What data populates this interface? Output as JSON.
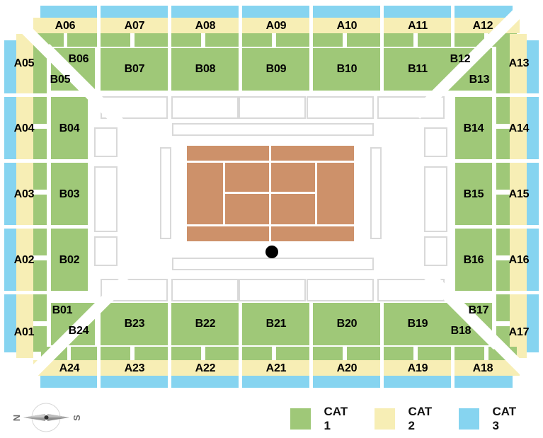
{
  "venue": {
    "type": "tennis-stadium-seating-map",
    "court_surface_color": "#cd916a",
    "center_marker": "umpire-chair-dot"
  },
  "categories": {
    "cat1": {
      "label": "CAT 1",
      "color": "#9fc878"
    },
    "cat2": {
      "label": "CAT 2",
      "color": "#f7eeb5"
    },
    "cat3": {
      "label": "CAT 3",
      "color": "#86d4f0"
    }
  },
  "legend": {
    "items": [
      {
        "label": "CAT 1",
        "color": "#9fc878"
      },
      {
        "label": "CAT 2",
        "color": "#f7eeb5"
      },
      {
        "label": "CAT 3",
        "color": "#86d4f0"
      }
    ]
  },
  "compass": {
    "left_letter": "N",
    "right_letter": "S"
  },
  "sections": {
    "top_row_a": [
      "A06",
      "A07",
      "A08",
      "A09",
      "A10",
      "A11",
      "A12"
    ],
    "top_row_b": [
      "B07",
      "B08",
      "B09",
      "B10",
      "B11"
    ],
    "bottom_row_a": [
      "A24",
      "A23",
      "A22",
      "A21",
      "A20",
      "A19",
      "A18"
    ],
    "bottom_row_b": [
      "B23",
      "B22",
      "B21",
      "B20",
      "B19"
    ],
    "left_col_a": [
      "A05",
      "A04",
      "A03",
      "A02",
      "A01"
    ],
    "left_col_b": [
      "B04",
      "B03",
      "B02"
    ],
    "right_col_a": [
      "A13",
      "A14",
      "A15",
      "A16",
      "A17"
    ],
    "right_col_b": [
      "B14",
      "B15",
      "B16"
    ],
    "corner_tl": [
      "B06",
      "B05"
    ],
    "corner_tr": [
      "B12",
      "B13"
    ],
    "corner_bl": [
      "B01",
      "B24"
    ],
    "corner_br": [
      "B17",
      "B18"
    ]
  },
  "labels": {
    "A01": "A01",
    "A02": "A02",
    "A03": "A03",
    "A04": "A04",
    "A05": "A05",
    "A06": "A06",
    "A07": "A07",
    "A08": "A08",
    "A09": "A09",
    "A10": "A10",
    "A11": "A11",
    "A12": "A12",
    "A13": "A13",
    "A14": "A14",
    "A15": "A15",
    "A16": "A16",
    "A17": "A17",
    "A18": "A18",
    "A19": "A19",
    "A20": "A20",
    "A21": "A21",
    "A22": "A22",
    "A23": "A23",
    "A24": "A24",
    "B01": "B01",
    "B02": "B02",
    "B03": "B03",
    "B04": "B04",
    "B05": "B05",
    "B06": "B06",
    "B07": "B07",
    "B08": "B08",
    "B09": "B09",
    "B10": "B10",
    "B11": "B11",
    "B12": "B12",
    "B13": "B13",
    "B14": "B14",
    "B15": "B15",
    "B16": "B16",
    "B17": "B17",
    "B18": "B18",
    "B19": "B19",
    "B20": "B20",
    "B21": "B21",
    "B22": "B22",
    "B23": "B23",
    "B24": "B24"
  }
}
